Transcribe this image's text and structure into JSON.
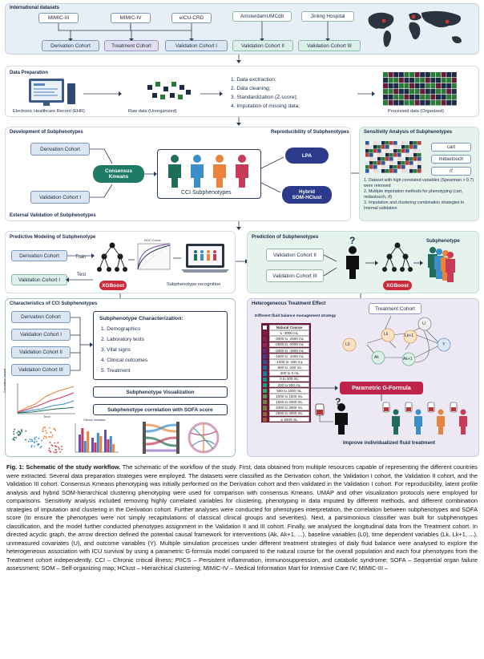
{
  "datasets": {
    "title": "International datasets",
    "sources": [
      "MIMIC-III",
      "MIMIC-IV",
      "eICU-CRD",
      "AmsterdamUMCdb",
      "Jinling Hospital"
    ],
    "cohorts": [
      "Derivation Cohort",
      "Treatment Cohort",
      "Validation Cohort I",
      "Validation Cohort II",
      "Validation Cohort III"
    ]
  },
  "prep": {
    "title": "Data Preparation",
    "ehr_label": "Electronic Healthcare Record (EHR)",
    "raw_label": "Raw data (Unorganized)",
    "processed_label": "Processed data (Organized)",
    "steps": [
      "1. Data exctraction;",
      "2. Data cleaning;",
      "3. Standardization (Z-score);",
      "4. Imputation of missing data;"
    ]
  },
  "dev": {
    "title": "Development of Subphenotypes",
    "repro_title": "Reproducibility of Subphenotypes",
    "ext_title": "External Validation of Subphenotypes",
    "derivation": "Derivation Cohort",
    "validation": "Validation Cohort I",
    "consensus": "Consensus\nKmeans",
    "cci": "CCI Subphenotypes",
    "lpa": "LPA",
    "som": "Hybrid\nSOM-HClust"
  },
  "sens": {
    "title": "Sensitivity Analysis of Subphenotypes",
    "methods": [
      "cart",
      "midastouch",
      "rf"
    ],
    "items": [
      "1. Dataset with high correlated variables (Spearman > 0.7) were removed",
      "2. Multiple imputation methods for phenotyping (cart, midastouch, rf)",
      "3. Imputation and clustering combination strategies in Internal validation"
    ]
  },
  "pred": {
    "title": "Predictive Modeling of Subphenotype",
    "derivation": "Derivation Cohort",
    "validation": "Validation Cohort I",
    "train": "Train",
    "test": "Test",
    "xgb": "XGBoost",
    "roc": "ROC Curve",
    "recog": "Subphenotype recognition",
    "pred_title": "Prediction of Subphenotypes",
    "val2": "Validation Cohort II",
    "val3": "Validation Cohort III",
    "subpheno": "Subphenotype",
    "question": "?"
  },
  "char": {
    "title": "Characteristics of CCI Subphenotypes",
    "cohorts": [
      "Derivation Cohort",
      "Validation Cohort I",
      "Validation Cohort II",
      "Validation Cohort III"
    ],
    "char_title": "Subphenotype Characterization:",
    "items": [
      "1. Demographics",
      "2. Laboratory tests",
      "3. Vital signs",
      "4. Clinical outcomes",
      "5. Treatment"
    ],
    "viz": "Subphenotype Visualization",
    "sofa": "Subphenotype correlation with SOFA score",
    "cum_label": "Cumulative hazard",
    "time_label": "Time",
    "clinical_vars": "Clinical Variables"
  },
  "het": {
    "title": "Heterogeneous Treatment Effect",
    "strategy_title": "Different fluid balance management strategy",
    "strategies": [
      "Natural Course",
      "≤ -3000 mL",
      "-3000 to -2500 mL",
      "-2500 to -2000 mL",
      "-2000 to -1500 mL",
      "-1500 to -1000 mL",
      "-1000 to -500 mL",
      "-500 to -200 mL",
      "-200 to 0 mL",
      "0 to 200 mL",
      "200 to 500 mL",
      "500 to 1000 mL",
      "1000 to 1500 mL",
      "1500 to 2000 mL",
      "2000 to 2500 mL",
      "2500 to 3000 mL",
      "≥ 3000 mL"
    ],
    "treatment_cohort": "Treatment Cohort",
    "nodes": [
      "Lk",
      "Lk+1",
      "U",
      "L0",
      "Ak",
      "Y",
      "Ak+1"
    ],
    "gformula": "Parametric G-Formula",
    "improve": "Improve individualized fluid treatment",
    "question": "?"
  },
  "caption": {
    "label": "Fig. 1: Schematic of the study workflow.",
    "text": " The schematic of the workflow of the study. First, data obtained from multiple resources capable of representing the different countries were extracted. Several data preparation strategies were employed. The datasets were classified as the Derivation cohort, the Validation I cohort, the Validation II cohort, and the Validation III cohort. Consensus Kmeans phenotyping was initially performed on the Derivation cohort and then validated in the Validation I cohort. For reproducibility, latent profile analysis and hybrid SOM-hierarchical clustering phenotyping were used for comparison with consensus Kmeans. UMAP and other visualization protocols were employed for comparisons. Sensitivity analysis included removing highly correlated variables for clustering, phenotyping in data imputed by different methods, and different combination strategies of imputation and clustering in the Derivation cohort. Further analyses were conducted for phenotypes interpretation, the correlation between subphenotypes and SOFA score (to ensure the phenotypes were not simply recapitulations of classical clinical groups and severities). Next, a parsimonious classifier was built for subphenotypes classification, and the model further conducted phenotypes assignment in the Validation II and III cohort. Finally, we analysed the longitudinal data from the Treatment cohort. In directed acyclic graph, the arrow direction defined the potential causal framework for interventions (Ak, Ak+1, ...), baseline variables (L0), time dependent variables (Lk, Lk+1, ...), unmeasured covariates (U), and outcome variables (Y). Multiple simulation processes under different treatment strategies of daily fluid balance were analysed to explore the heterogeneous association with ICU survival by using a parametric G-formula model compared to the natural course for the overall population and each four phenotypes from the Treatment cohort independently. CCI – Chronic critical illness; PIICS – Persistent inflammation, immunosuppression, and catabolic syndrome; SOFA – Sequential organ failure assessment; SOM – Self-organizing map; HClust – Hierarchical clustering; MIMIC-IV – Medical Information Mart for Intensive Care IV; MIMIC-III –"
  }
}
